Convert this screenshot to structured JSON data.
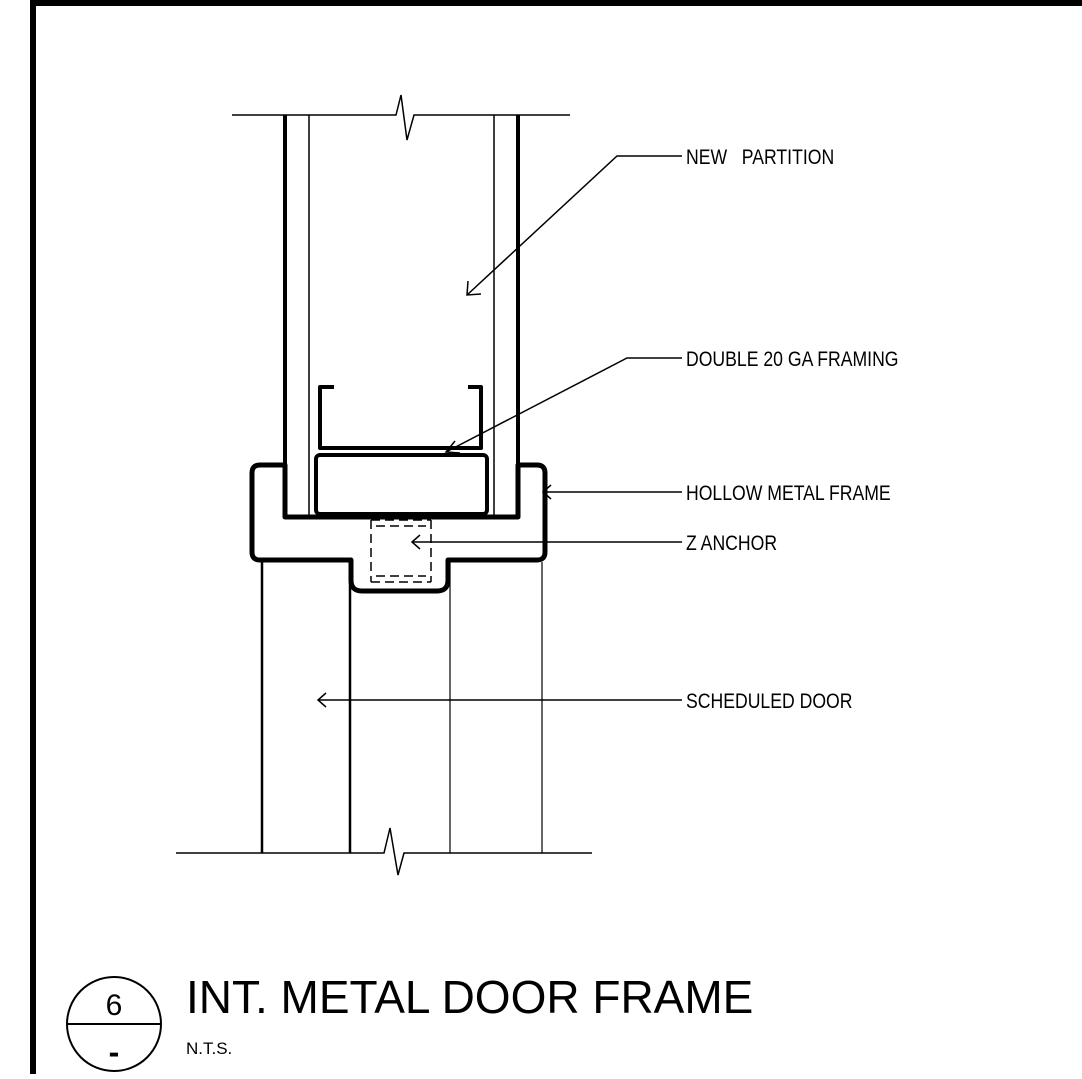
{
  "detail": {
    "number": "6",
    "sheet_ref": "-",
    "title": "INT. METAL DOOR FRAME",
    "scale": "N.T.S."
  },
  "callouts": {
    "new_partition": "NEW   PARTITION",
    "framing": "DOUBLE 20 GA FRAMING",
    "frame": "HOLLOW METAL FRAME",
    "anchor": "Z ANCHOR",
    "door": "SCHEDULED DOOR"
  },
  "colors": {
    "line": "#000000",
    "background": "#ffffff"
  }
}
